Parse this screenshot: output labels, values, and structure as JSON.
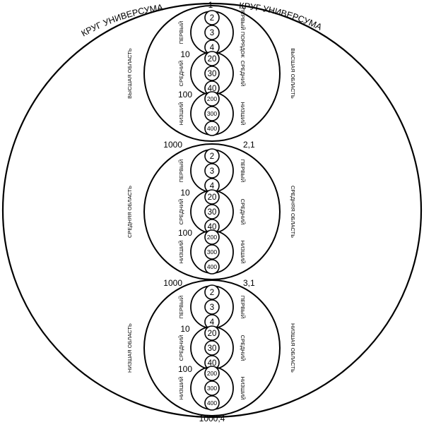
{
  "universe": {
    "title_left": "КРУГ УНИВЕРСУМА",
    "title_right": "КРУГ УНИВЕРСУМА",
    "top_number": "1"
  },
  "regions": [
    {
      "left_label": "ВЫСШАЯ ОБЛАСТЬ",
      "right_label": "ВЫСШАЯ ОБЛАСТЬ",
      "bottom_left_number": "1000",
      "bottom_right_number": "2,1",
      "orders": [
        {
          "left_label": "ПЕРВЫЙ",
          "right_label": "ПЕРВЫЙ ПОРЯДОК",
          "start_number": "",
          "circles": [
            "2",
            "3",
            "4"
          ]
        },
        {
          "left_label": "СРЕДНИЙ",
          "right_label": "СРЕДНИЙ",
          "start_number": "10",
          "circles": [
            "20",
            "30",
            "40"
          ]
        },
        {
          "left_label": "НИЗШИЙ",
          "right_label": "НИЗШИЙ",
          "start_number": "100",
          "circles": [
            "200",
            "300",
            "400"
          ]
        }
      ]
    },
    {
      "left_label": "СРЕДНЯЯ ОБЛАСТЬ",
      "right_label": "СРЕДНЯЯ ОБЛАСТЬ",
      "bottom_left_number": "1000",
      "bottom_right_number": "3,1",
      "orders": [
        {
          "left_label": "ПЕРВЫЙ",
          "right_label": "ПЕРВЫЙ",
          "start_number": "",
          "circles": [
            "2",
            "3",
            "4"
          ]
        },
        {
          "left_label": "СРЕДНИЙ",
          "right_label": "СРЕДНИЙ",
          "start_number": "10",
          "circles": [
            "20",
            "30",
            "40"
          ]
        },
        {
          "left_label": "НИЗШИЙ",
          "right_label": "НИЗШИЙ",
          "start_number": "100",
          "circles": [
            "200",
            "300",
            "400"
          ]
        }
      ]
    },
    {
      "left_label": "НИЗШАЯ ОБЛАСТЬ",
      "right_label": "НИЗШАЯ ОБЛАСТЬ",
      "bottom_left_number": "",
      "bottom_right_number": "",
      "orders": [
        {
          "left_label": "ПЕРВЫЙ",
          "right_label": "ПЕРВЫЙ",
          "start_number": "",
          "circles": [
            "2",
            "3",
            "4"
          ]
        },
        {
          "left_label": "СРЕДНИЙ",
          "right_label": "СРЕДНИЙ",
          "start_number": "10",
          "circles": [
            "20",
            "30",
            "40"
          ]
        },
        {
          "left_label": "НИЗШИЙ",
          "right_label": "НИЗШИЙ",
          "start_number": "100",
          "circles": [
            "200",
            "300",
            "400"
          ]
        }
      ]
    }
  ],
  "bottom_number": "1000,4"
}
